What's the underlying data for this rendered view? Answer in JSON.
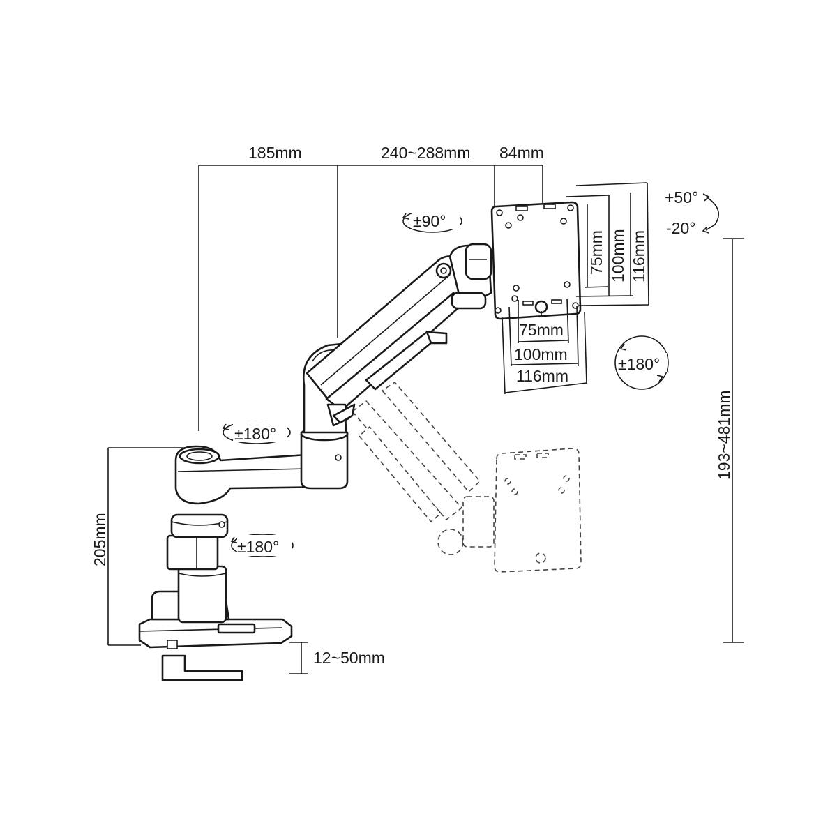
{
  "dimensions": {
    "reach_base": "185mm",
    "reach_arm": "240~288mm",
    "plate_offset": "84mm",
    "height_pole": "205mm",
    "height_range": "193~481mm",
    "clamp_range": "12~50mm",
    "vesa_h_75": "75mm",
    "vesa_h_100": "100mm",
    "vesa_h_116": "116mm",
    "vesa_v_75": "75mm",
    "vesa_v_100": "100mm",
    "vesa_v_116": "116mm"
  },
  "rotations": {
    "tilt_up": "+50°",
    "tilt_down": "-20°",
    "swivel_head": "±90°",
    "screen_rotate": "±180°",
    "arm_joint": "±180°",
    "base_joint": "±180°"
  }
}
